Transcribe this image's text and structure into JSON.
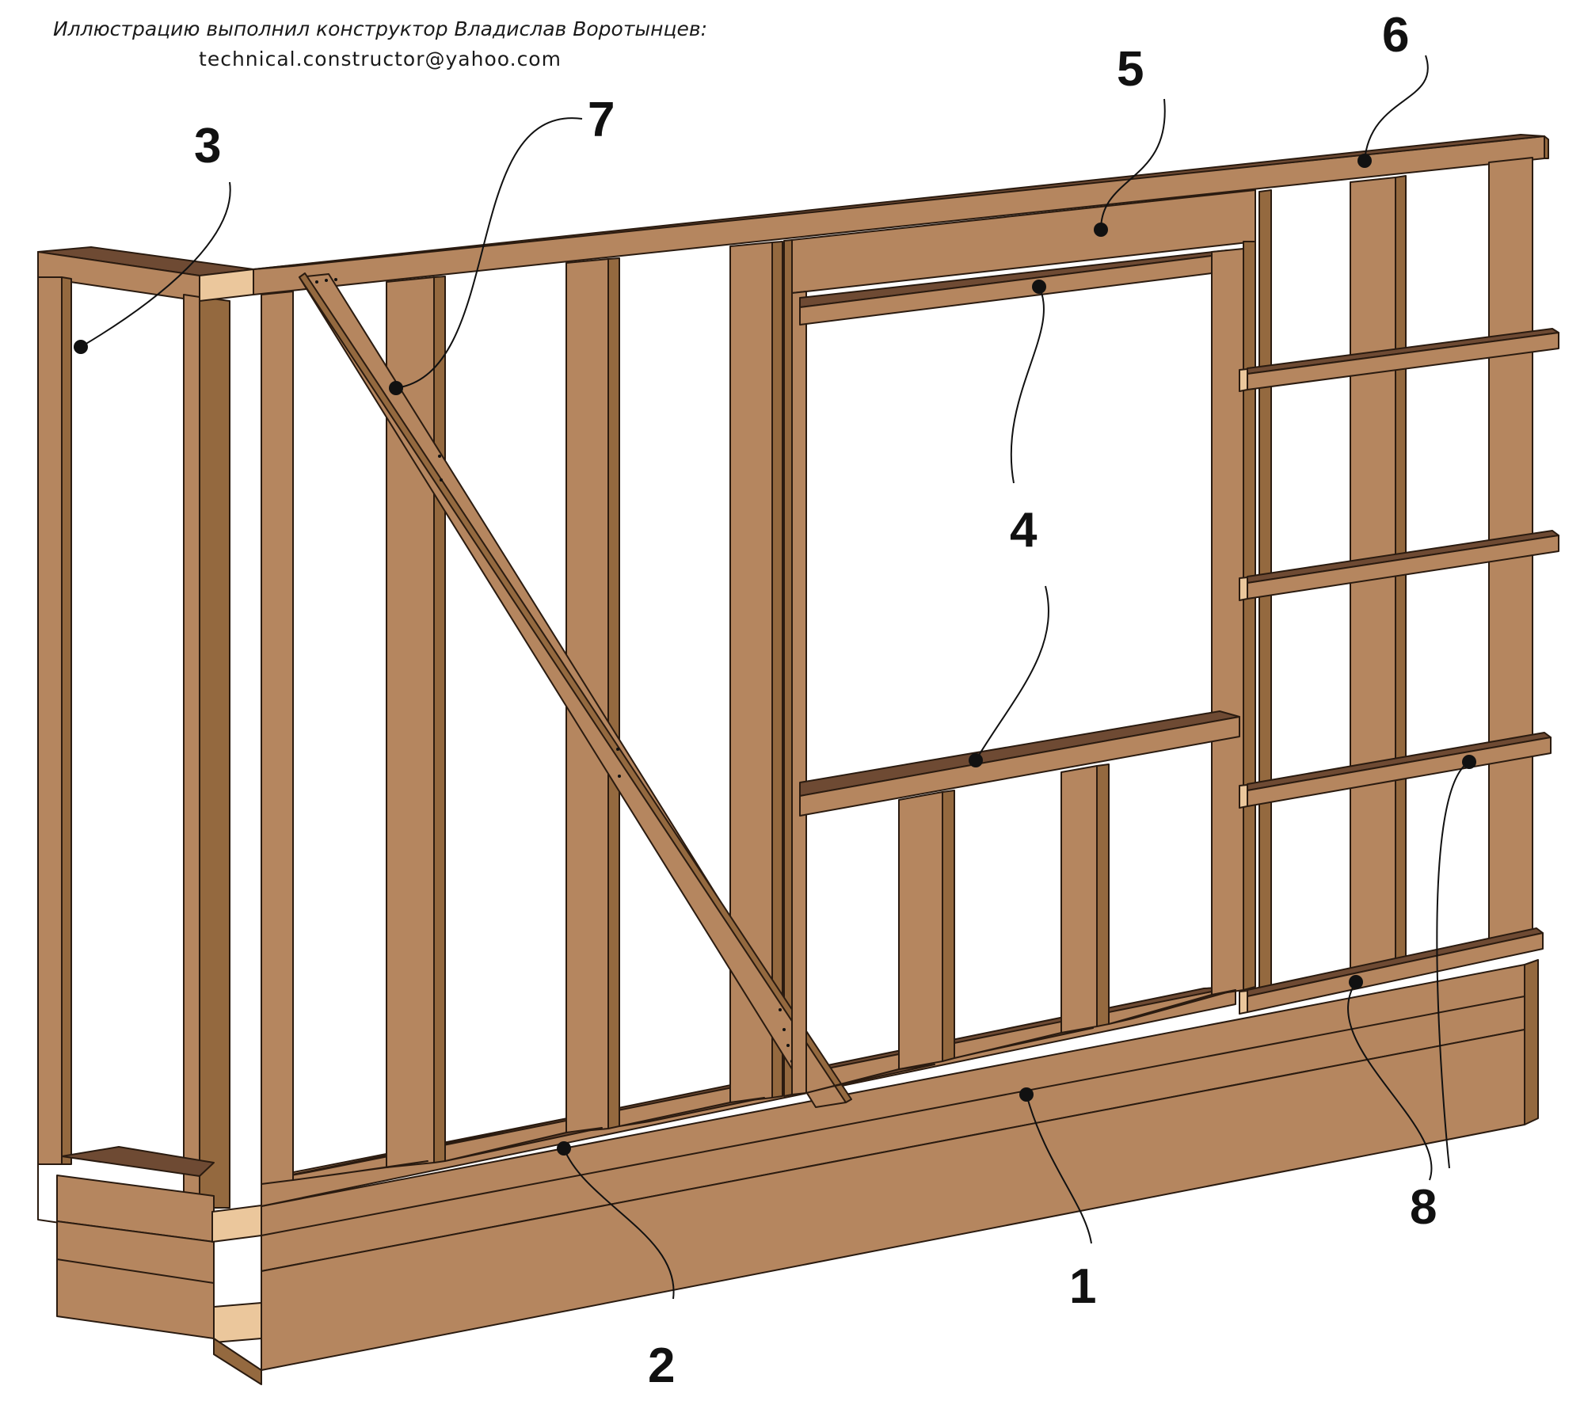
{
  "credit": {
    "line1": "Иллюстрацию выполнил конструктор Владислав Воротынцев:",
    "line2": "technical.constructor@yahoo.com"
  },
  "callouts": {
    "c1": "1",
    "c2": "2",
    "c3": "3",
    "c4a": "4",
    "c4b": "4",
    "c5": "5",
    "c6": "6",
    "c7": "7",
    "c8": "8"
  },
  "colors": {
    "wood_face": "#B5865F",
    "wood_top": "#6E4A33",
    "wood_edge": "#94693F",
    "end_grain": "#EBC79C",
    "outline": "#2A1B10"
  }
}
